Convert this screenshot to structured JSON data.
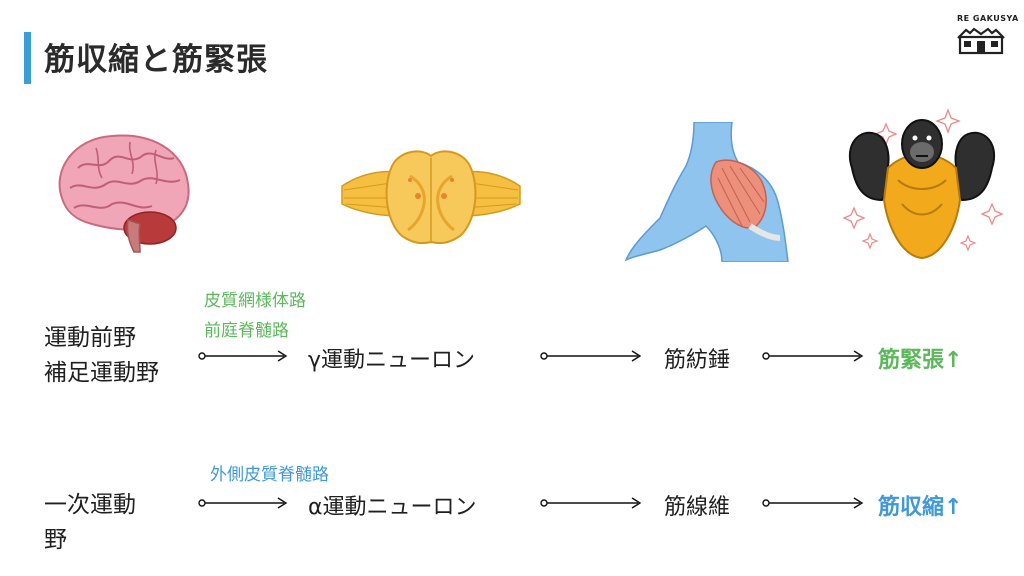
{
  "title": "筋収縮と筋緊張",
  "logo": {
    "text": "RE GAKUSYA"
  },
  "row1": {
    "origin_line1": "運動前野",
    "origin_line2": "補足運動野",
    "tract_line1": "皮質網様体路",
    "tract_line2": "前庭脊髄路",
    "neuron": "γ運動ニューロン",
    "target": "筋紡錘",
    "result": "筋緊張↑",
    "color": "#5cb85c"
  },
  "row2": {
    "origin_line1": "一次運動",
    "origin_line2": "野",
    "tract": "外側皮質脊髄路",
    "neuron": "α運動ニューロン",
    "target": "筋線維",
    "result": "筋収縮↑",
    "color": "#3f99d6"
  },
  "images": {
    "brain": "brain-illustration",
    "spinal_cord": "spinal-cord-illustration",
    "muscle": "shoulder-muscle-illustration",
    "gorilla": "flexing-gorilla-illustration"
  }
}
